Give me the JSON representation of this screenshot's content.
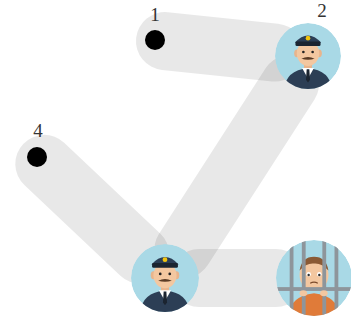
{
  "diagram": {
    "nodes": [
      {
        "text": [
          "1"
        ]
      },
      {
        "text": [
          "2"
        ]
      },
      {
        "text": [
          "4"
        ]
      },
      {
        "text": []
      },
      {
        "text": []
      }
    ],
    "edges": [
      {
        "from": 0,
        "to": 1,
        "arrow": "none"
      },
      {
        "from": 1,
        "to": 3,
        "arrow": "none"
      },
      {
        "from": 2,
        "to": 3,
        "arrow": "none"
      },
      {
        "from": 3,
        "to": 4,
        "arrow": "none"
      }
    ]
  }
}
